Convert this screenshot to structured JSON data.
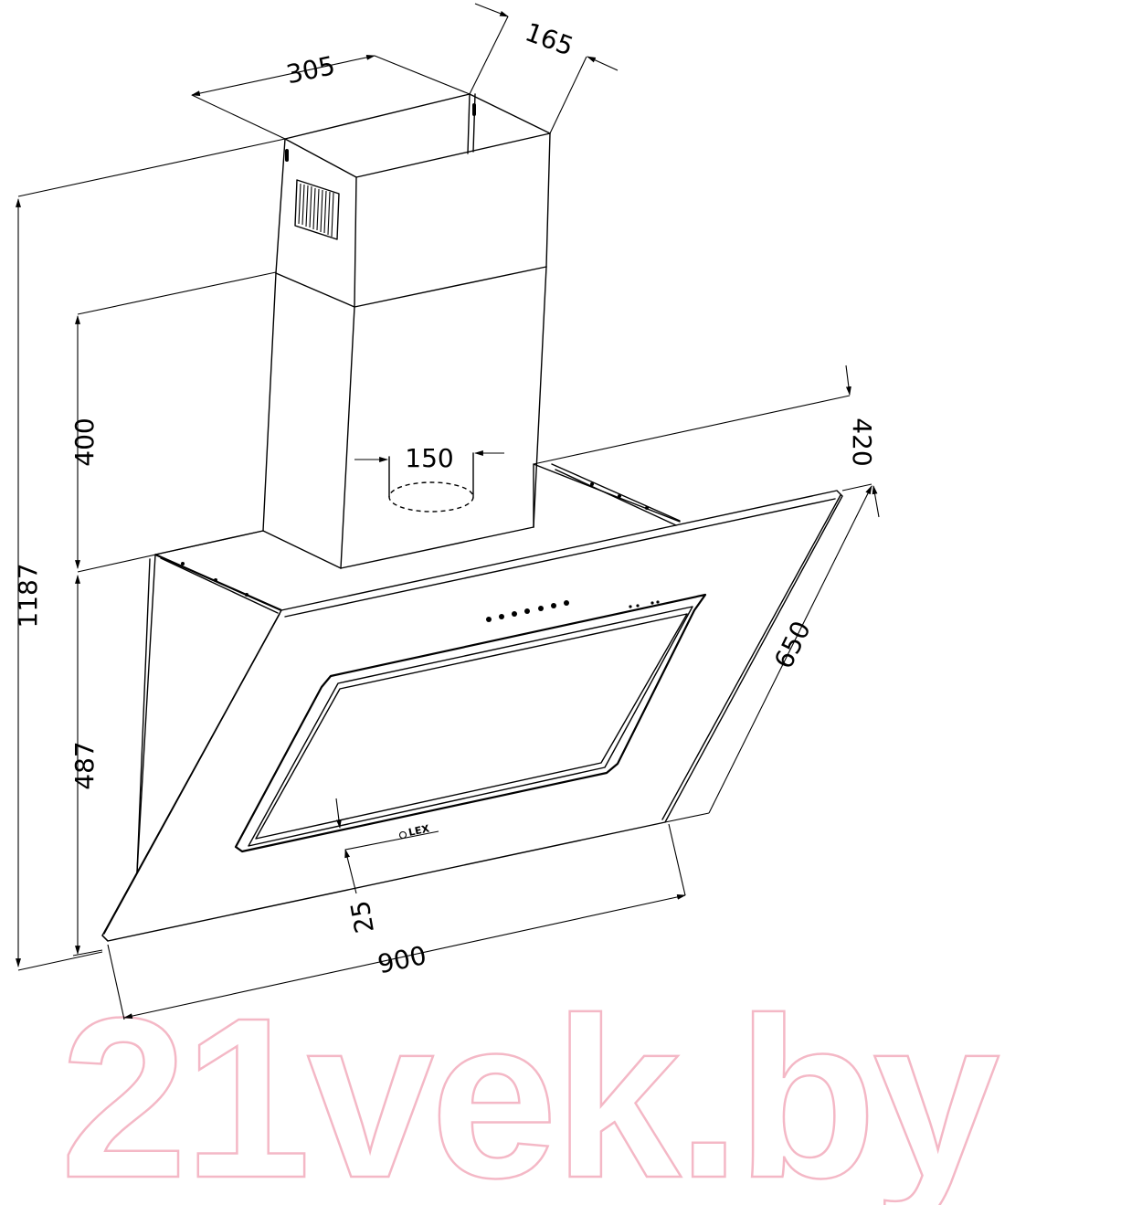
{
  "dimensions": {
    "chimney_width": "305",
    "chimney_depth": "165",
    "total_height": "1187",
    "upper_height": "400",
    "lower_height": "487",
    "duct_diameter": "150",
    "hood_depth": "420",
    "glass_height": "650",
    "frame_offset": "25",
    "hood_width": "900"
  },
  "brand_logo": "LEX",
  "watermark": "21vek.by",
  "colors": {
    "line": "#000000",
    "watermark": "#f4b8c6",
    "background": "#ffffff"
  }
}
